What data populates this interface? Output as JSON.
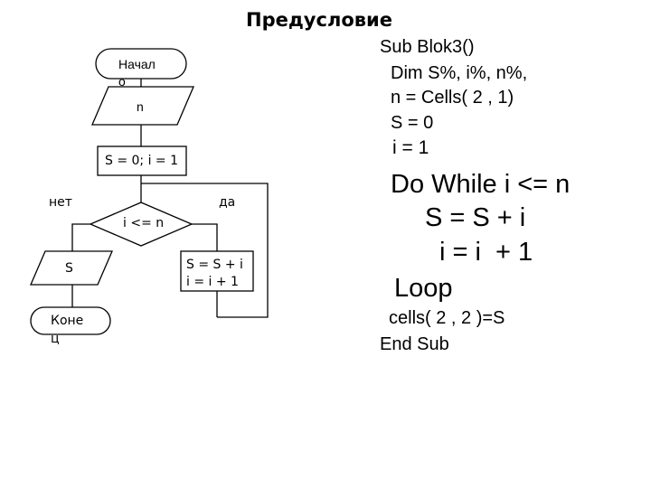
{
  "title": "Предусловие",
  "flowchart": {
    "start_label": "Начал\nо",
    "input_label": "n",
    "init_label": "S = 0; i = 1",
    "condition_label": "i <= n",
    "no_label": "нет",
    "yes_label": "да",
    "body_label": "S = S + i\ni = i + 1",
    "output_label": "S",
    "end_label": "Коне\nц"
  },
  "code": [
    "Sub Blok3()",
    "Dim S%, i%, n%,",
    "n = Cells( 2 , 1)",
    "S = 0",
    "i = 1",
    "Do While i <= n",
    "S = S + i",
    "i = i  + 1",
    "Loop",
    "cells( 2 , 2 )=S",
    "End Sub"
  ]
}
